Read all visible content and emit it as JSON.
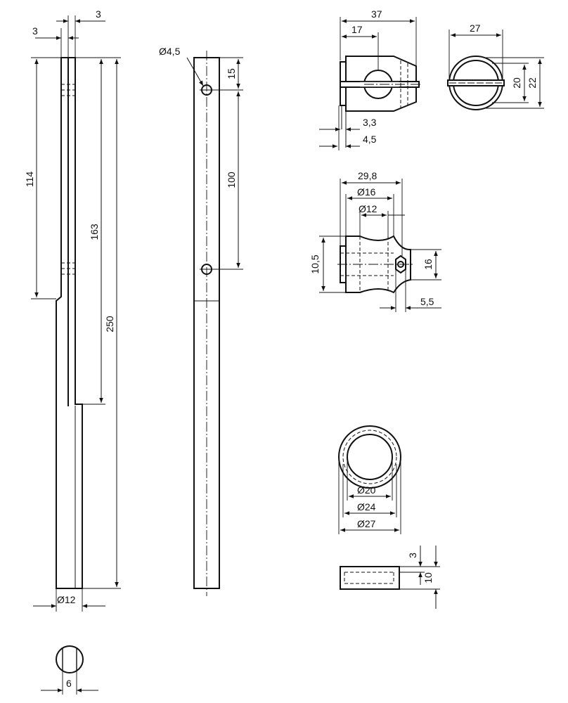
{
  "dimensions": {
    "rod_side": {
      "top_offset": "3",
      "top_width": "3",
      "flat_length": "114",
      "slot_length": "163",
      "total_length": "250",
      "rod_diameter": "Ø12",
      "flat_width": "6"
    },
    "rod_front": {
      "hole_diameter": "Ø4,5",
      "hole_offset": "15",
      "hole_spacing": "100"
    },
    "clamp_side": {
      "overall_width": "37",
      "slot_offset": "17",
      "gap_small": "3,3",
      "gap_large": "4,5"
    },
    "clamp_end": {
      "width": "27",
      "inner_height": "20",
      "outer_height": "22"
    },
    "clamp_top": {
      "length": "29,8",
      "bore_outer": "Ø16",
      "bore_inner": "Ø12",
      "body_height": "10,5",
      "nut_height": "16",
      "nut_width": "5,5"
    },
    "ring_front": {
      "inner_diameter": "Ø20",
      "mid_diameter": "Ø24",
      "outer_diameter": "Ø27"
    },
    "ring_side": {
      "wall": "3",
      "height": "10"
    }
  }
}
